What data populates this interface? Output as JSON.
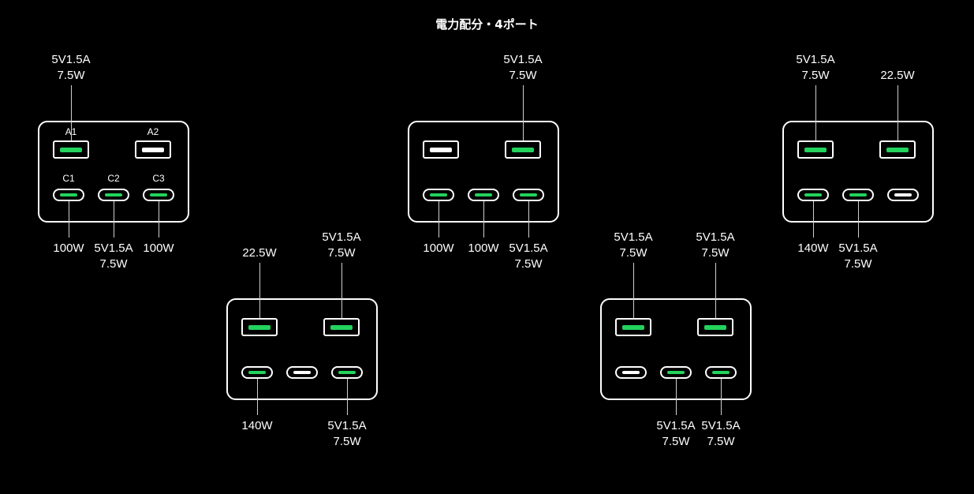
{
  "title": "電力配分・4ポート",
  "colors": {
    "active": "#22d35c",
    "inactive": "#ffffff",
    "background": "#000000"
  },
  "port_names": {
    "a1": "A1",
    "a2": "A2",
    "c1": "C1",
    "c2": "C2",
    "c3": "C3"
  },
  "configs": [
    {
      "id": 1,
      "ports": {
        "A1": "on",
        "A2": "off",
        "C1": "on",
        "C2": "on",
        "C3": "on"
      },
      "labels": {
        "A1": [
          "5V1.5A",
          "7.5W"
        ],
        "C1": [
          "100W"
        ],
        "C2": [
          "5V1.5A",
          "7.5W"
        ],
        "C3": [
          "100W"
        ]
      }
    },
    {
      "id": 2,
      "ports": {
        "A1": "on",
        "A2": "on",
        "C1": "on",
        "C2": "off",
        "C3": "on"
      },
      "labels": {
        "A1": [
          "22.5W"
        ],
        "A2": [
          "5V1.5A",
          "7.5W"
        ],
        "C1": [
          "140W"
        ],
        "C3": [
          "5V1.5A",
          "7.5W"
        ]
      }
    },
    {
      "id": 3,
      "ports": {
        "A1": "off",
        "A2": "on",
        "C1": "on",
        "C2": "on",
        "C3": "on"
      },
      "labels": {
        "A2": [
          "5V1.5A",
          "7.5W"
        ],
        "C1": [
          "100W"
        ],
        "C2": [
          "100W"
        ],
        "C3": [
          "5V1.5A",
          "7.5W"
        ]
      }
    },
    {
      "id": 4,
      "ports": {
        "A1": "on",
        "A2": "on",
        "C1": "off",
        "C2": "on",
        "C3": "on"
      },
      "labels": {
        "A1": [
          "5V1.5A",
          "7.5W"
        ],
        "A2": [
          "5V1.5A",
          "7.5W"
        ],
        "C2": [
          "5V1.5A",
          "7.5W"
        ],
        "C3": [
          "5V1.5A",
          "7.5W"
        ]
      }
    },
    {
      "id": 5,
      "ports": {
        "A1": "on",
        "A2": "on",
        "C1": "on",
        "C2": "on",
        "C3": "off"
      },
      "labels": {
        "A1": [
          "5V1.5A",
          "7.5W"
        ],
        "A2": [
          "22.5W"
        ],
        "C1": [
          "140W"
        ],
        "C2": [
          "5V1.5A",
          "7.5W"
        ]
      }
    }
  ]
}
